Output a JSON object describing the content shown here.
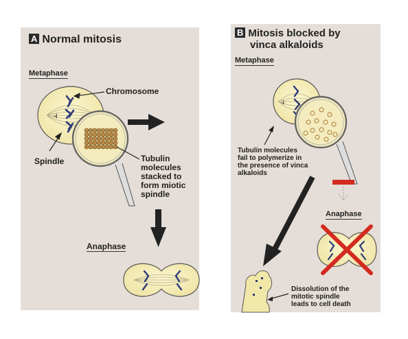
{
  "panel_a": {
    "badge": "A",
    "title": "Normal mitosis",
    "metaphase_label": "Metaphase",
    "chromosome_label": "Chromosome",
    "spindle_label": "Spindle",
    "tubulin_label": [
      "Tubulin",
      "molecules",
      "stacked to",
      "form miotic",
      "spindle"
    ],
    "anaphase_label": "Anaphase"
  },
  "panel_b": {
    "badge": "B",
    "title_line1": "Mitosis blocked by",
    "title_line2": "vinca alkaloids",
    "metaphase_label": "Metaphase",
    "tubulin_label": [
      "Tubulin molecules",
      "fail to polymerize in",
      "the presence of vinca",
      "alkaloids"
    ],
    "anaphase_label": "Anaphase",
    "dissolution_label": [
      "Dissolution of the",
      "mitotic spindle",
      "leads to cell death"
    ]
  },
  "colors": {
    "panel_bg": "#e5ded8",
    "cell_fill": "#f6efb9",
    "chromosome": "#2d3a78",
    "tubulin": "#b78a48",
    "x_mark": "#d42a20",
    "block_bar": "#d42a20"
  }
}
